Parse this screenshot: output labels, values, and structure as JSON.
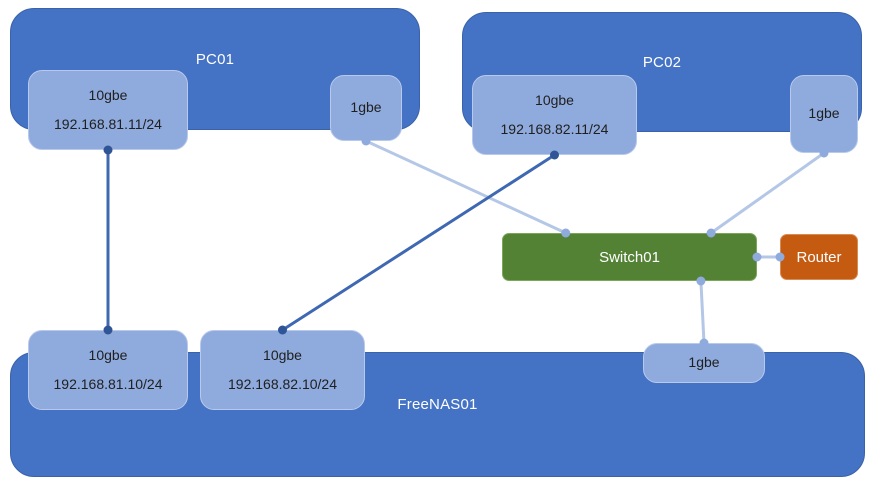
{
  "colors": {
    "host_fill": "#4472C4",
    "host_border": "#3A62A8",
    "nic_fill": "#8FAADC",
    "nic_border": "#B9C9EC",
    "nic_text": "#1f1f1f",
    "switch_fill": "#548235",
    "switch_border": "#7AA75A",
    "router_fill": "#C55A11",
    "router_border": "#D98B55",
    "link_10g": "#3E68B2",
    "link_10g_dot": "#2F5597",
    "link_1g": "#B4C7E7",
    "link_1g_dot": "#8FAADC"
  },
  "nodes": {
    "pc01": {
      "label": "PC01"
    },
    "pc02": {
      "label": "PC02"
    },
    "freenas01": {
      "label": "FreeNAS01"
    },
    "switch01": {
      "label": "Switch01"
    },
    "router": {
      "label": "Router"
    }
  },
  "nics": {
    "pc01_10gbe": {
      "speed": "10gbe",
      "ip": "192.168.81.11/24"
    },
    "pc01_1gbe": {
      "speed": "1gbe"
    },
    "pc02_10gbe": {
      "speed": "10gbe",
      "ip": "192.168.82.11/24"
    },
    "pc02_1gbe": {
      "speed": "1gbe"
    },
    "freenas_10gbe_81": {
      "speed": "10gbe",
      "ip": "192.168.81.10/24"
    },
    "freenas_10gbe_82": {
      "speed": "10gbe",
      "ip": "192.168.82.10/24"
    },
    "freenas_1gbe": {
      "speed": "1gbe"
    }
  },
  "edges": [
    {
      "from": "nic-pc01-10gbe",
      "from_anchor": "bottom",
      "to": "nic-freenas-10gbe-81",
      "to_anchor": "top",
      "kind": "10g"
    },
    {
      "from": "nic-pc02-10gbe",
      "from_anchor": "bottom",
      "to": "nic-freenas-10gbe-82",
      "to_anchor": "top",
      "kind": "10g"
    },
    {
      "from": "nic-pc01-1gbe",
      "from_anchor": "bottom",
      "to": "node-switch01",
      "to_anchor": "top:0.25",
      "kind": "1g"
    },
    {
      "from": "nic-pc02-1gbe",
      "from_anchor": "bottom",
      "to": "node-switch01",
      "to_anchor": "top:0.82",
      "kind": "1g"
    },
    {
      "from": "node-switch01",
      "from_anchor": "bottom:0.78",
      "to": "nic-freenas-1gbe",
      "to_anchor": "top",
      "kind": "1g"
    },
    {
      "from": "node-switch01",
      "from_anchor": "right",
      "to": "node-router",
      "to_anchor": "left",
      "kind": "1g"
    }
  ]
}
